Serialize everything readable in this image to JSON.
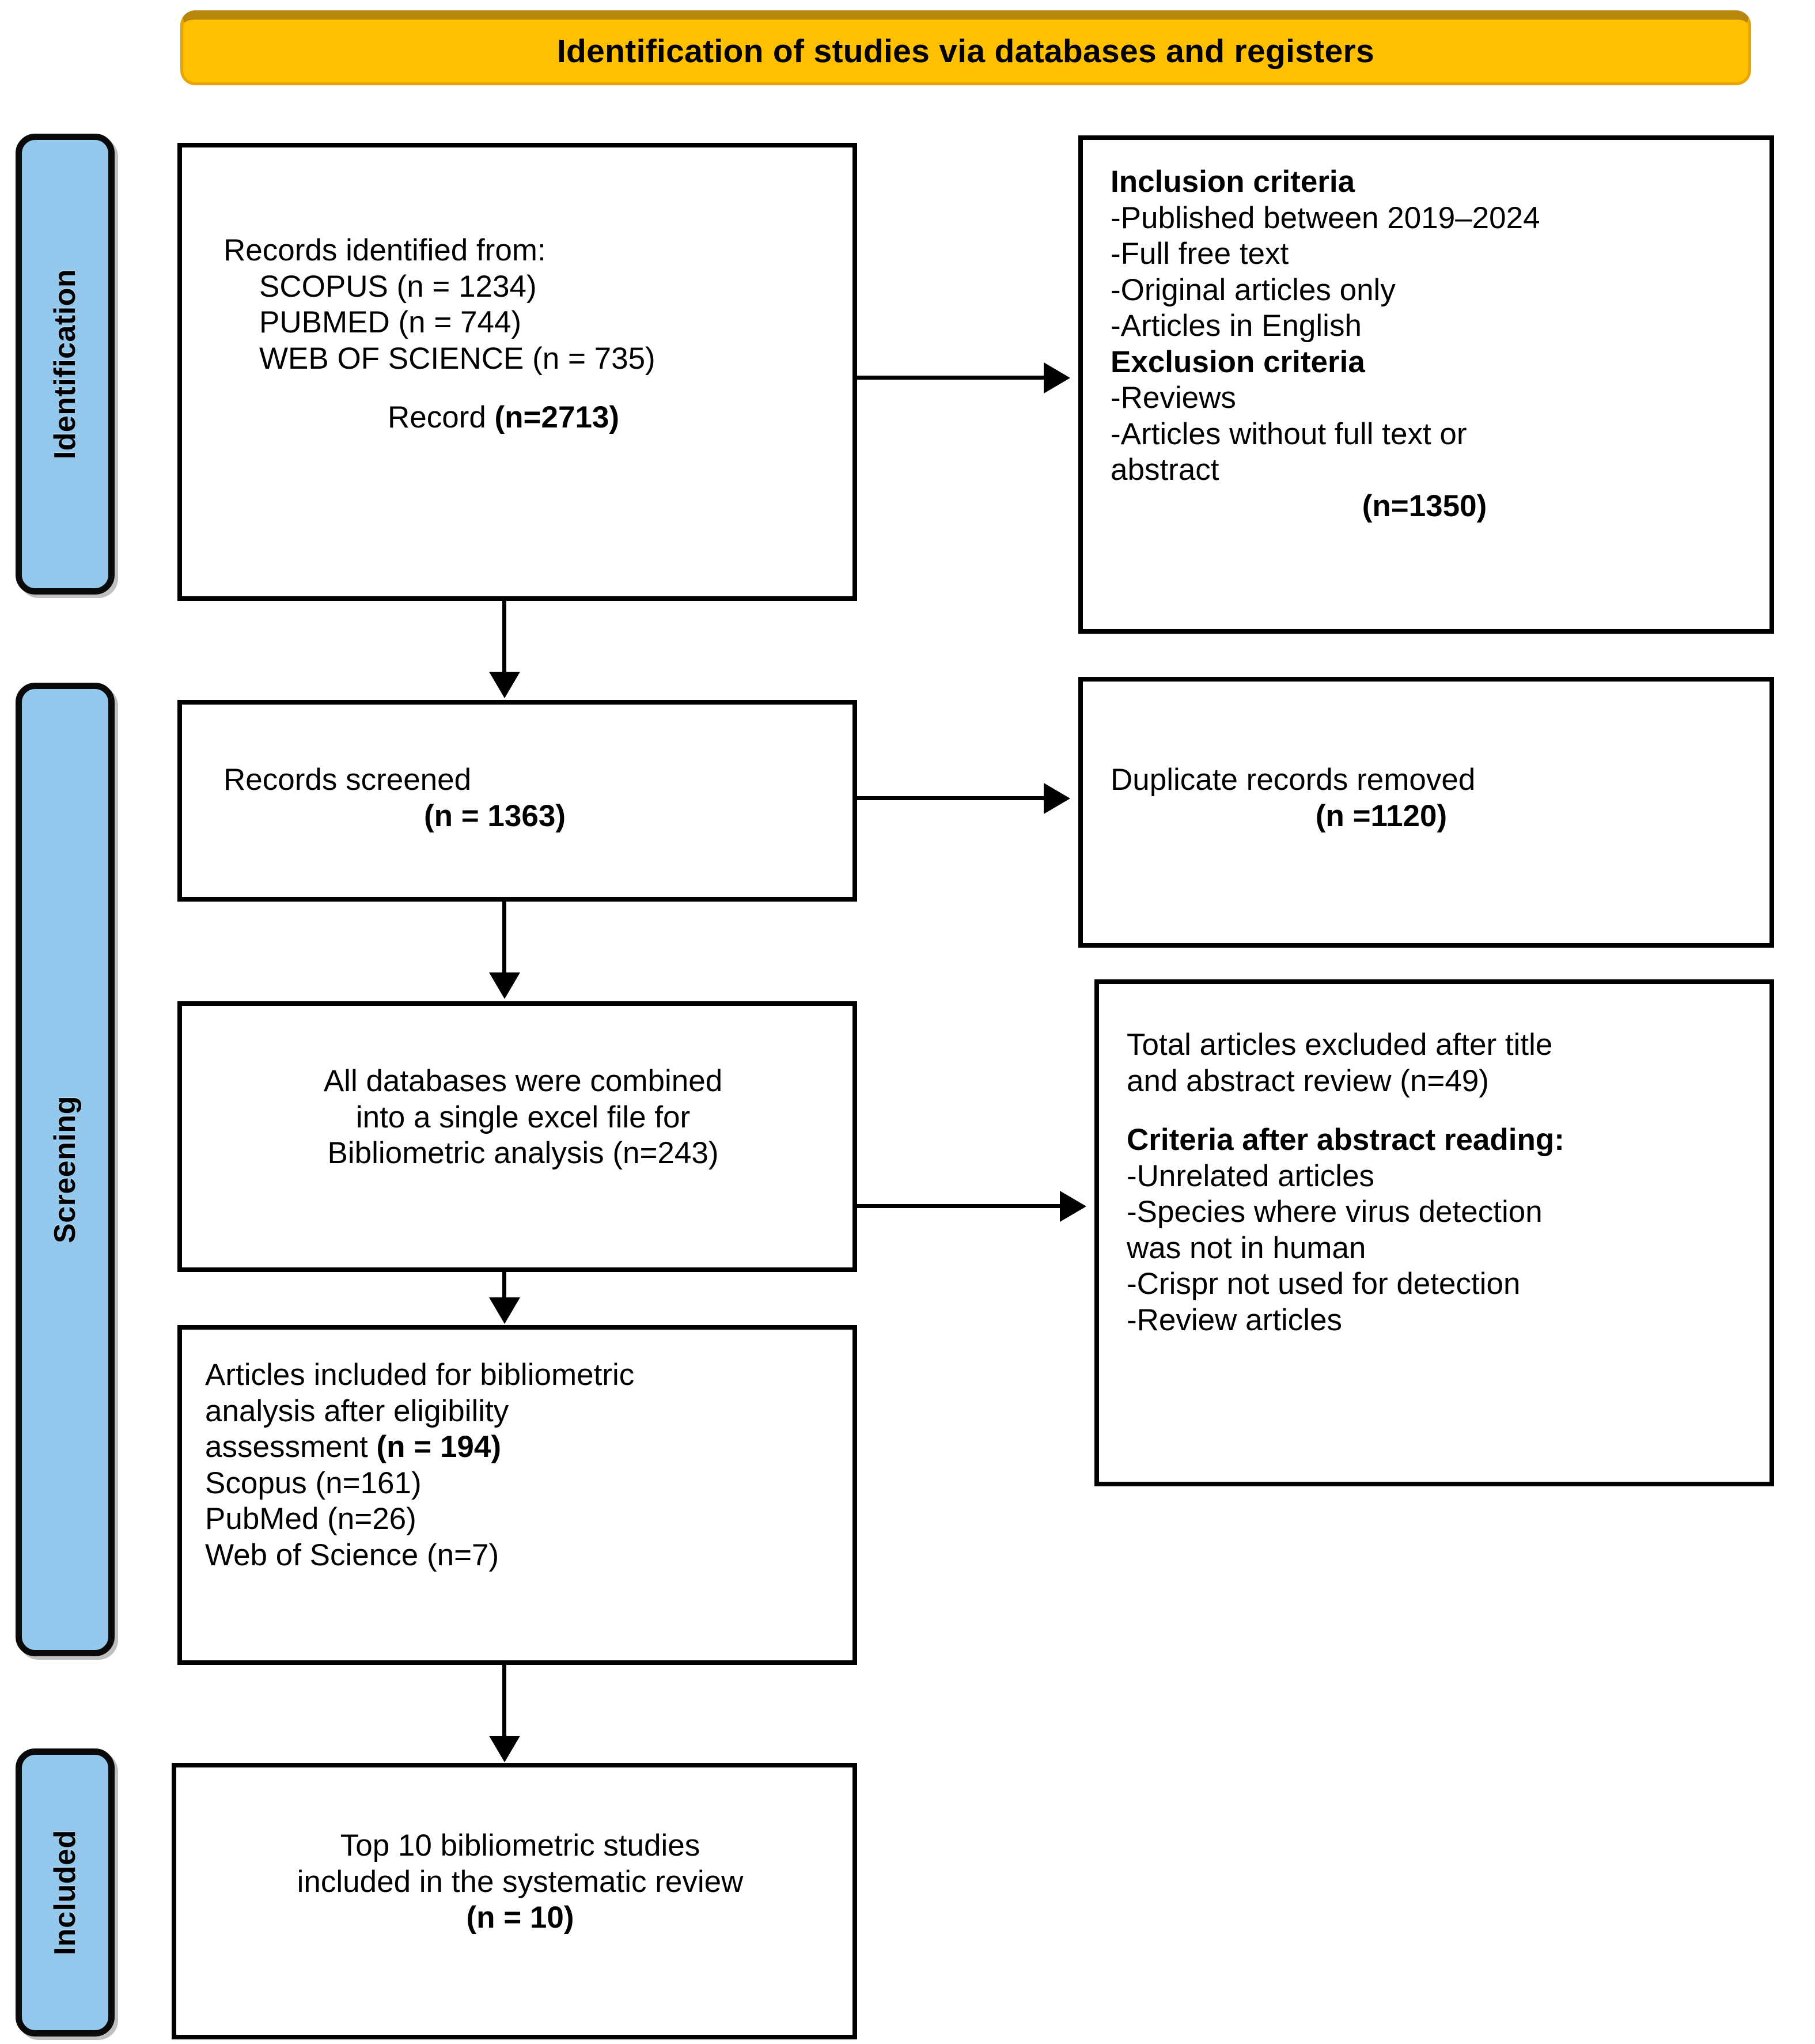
{
  "banner": {
    "title": "Identification of studies via databases and registers",
    "bg_color": "#FFC000"
  },
  "stages": [
    {
      "label": "Identification"
    },
    {
      "label": "Screening"
    },
    {
      "label": "Included"
    }
  ],
  "stage_color": "#93C7EB",
  "boxes": {
    "records_identified": {
      "l1": "Records identified from:",
      "l2": "SCOPUS (n = 1234)",
      "l3": "PUBMED (n = 744)",
      "l4": "WEB OF SCIENCE (n = 735)",
      "l5_prefix": "Record ",
      "l5_bold": "(n=2713)"
    },
    "criteria": {
      "inclusion_heading": "Inclusion criteria",
      "inc1": "-Published between 2019–2024",
      "inc2": "-Full free text",
      "inc3": "-Original articles only",
      "inc4": "-Articles in English",
      "exclusion_heading": "Exclusion criteria",
      "exc1": "-Reviews",
      "exc2": "-Articles without full text or",
      "exc3": "abstract",
      "total": "(n=1350)"
    },
    "records_screened": {
      "l1": "Records screened",
      "l2": "(n = 1363)"
    },
    "duplicates_removed": {
      "l1": "Duplicate records removed",
      "l2": "(n =1120)"
    },
    "combined": {
      "l1": "All databases were combined",
      "l2": "into a single excel file for",
      "l3": "Bibliometric analysis (n=243)"
    },
    "excluded_after_review": {
      "l1": "Total articles excluded after title",
      "l2": "and abstract review (n=49)",
      "heading": "Criteria after abstract reading:",
      "c1": "-Unrelated articles",
      "c2": "-Species where virus detection",
      "c3": "was not in human",
      "c4": "-Crispr not used for detection",
      "c5": "-Review articles"
    },
    "articles_included": {
      "l1": "Articles included for bibliometric",
      "l2": "analysis after eligibility",
      "l3_prefix": "assessment ",
      "l3_bold": "(n = 194)",
      "l4": "Scopus (n=161)",
      "l5": "PubMed (n=26)",
      "l6": "Web of Science (n=7)"
    },
    "top_studies": {
      "l1": "Top 10 bibliometric studies",
      "l2": "included in the systematic review",
      "l3": "(n = 10)"
    }
  }
}
